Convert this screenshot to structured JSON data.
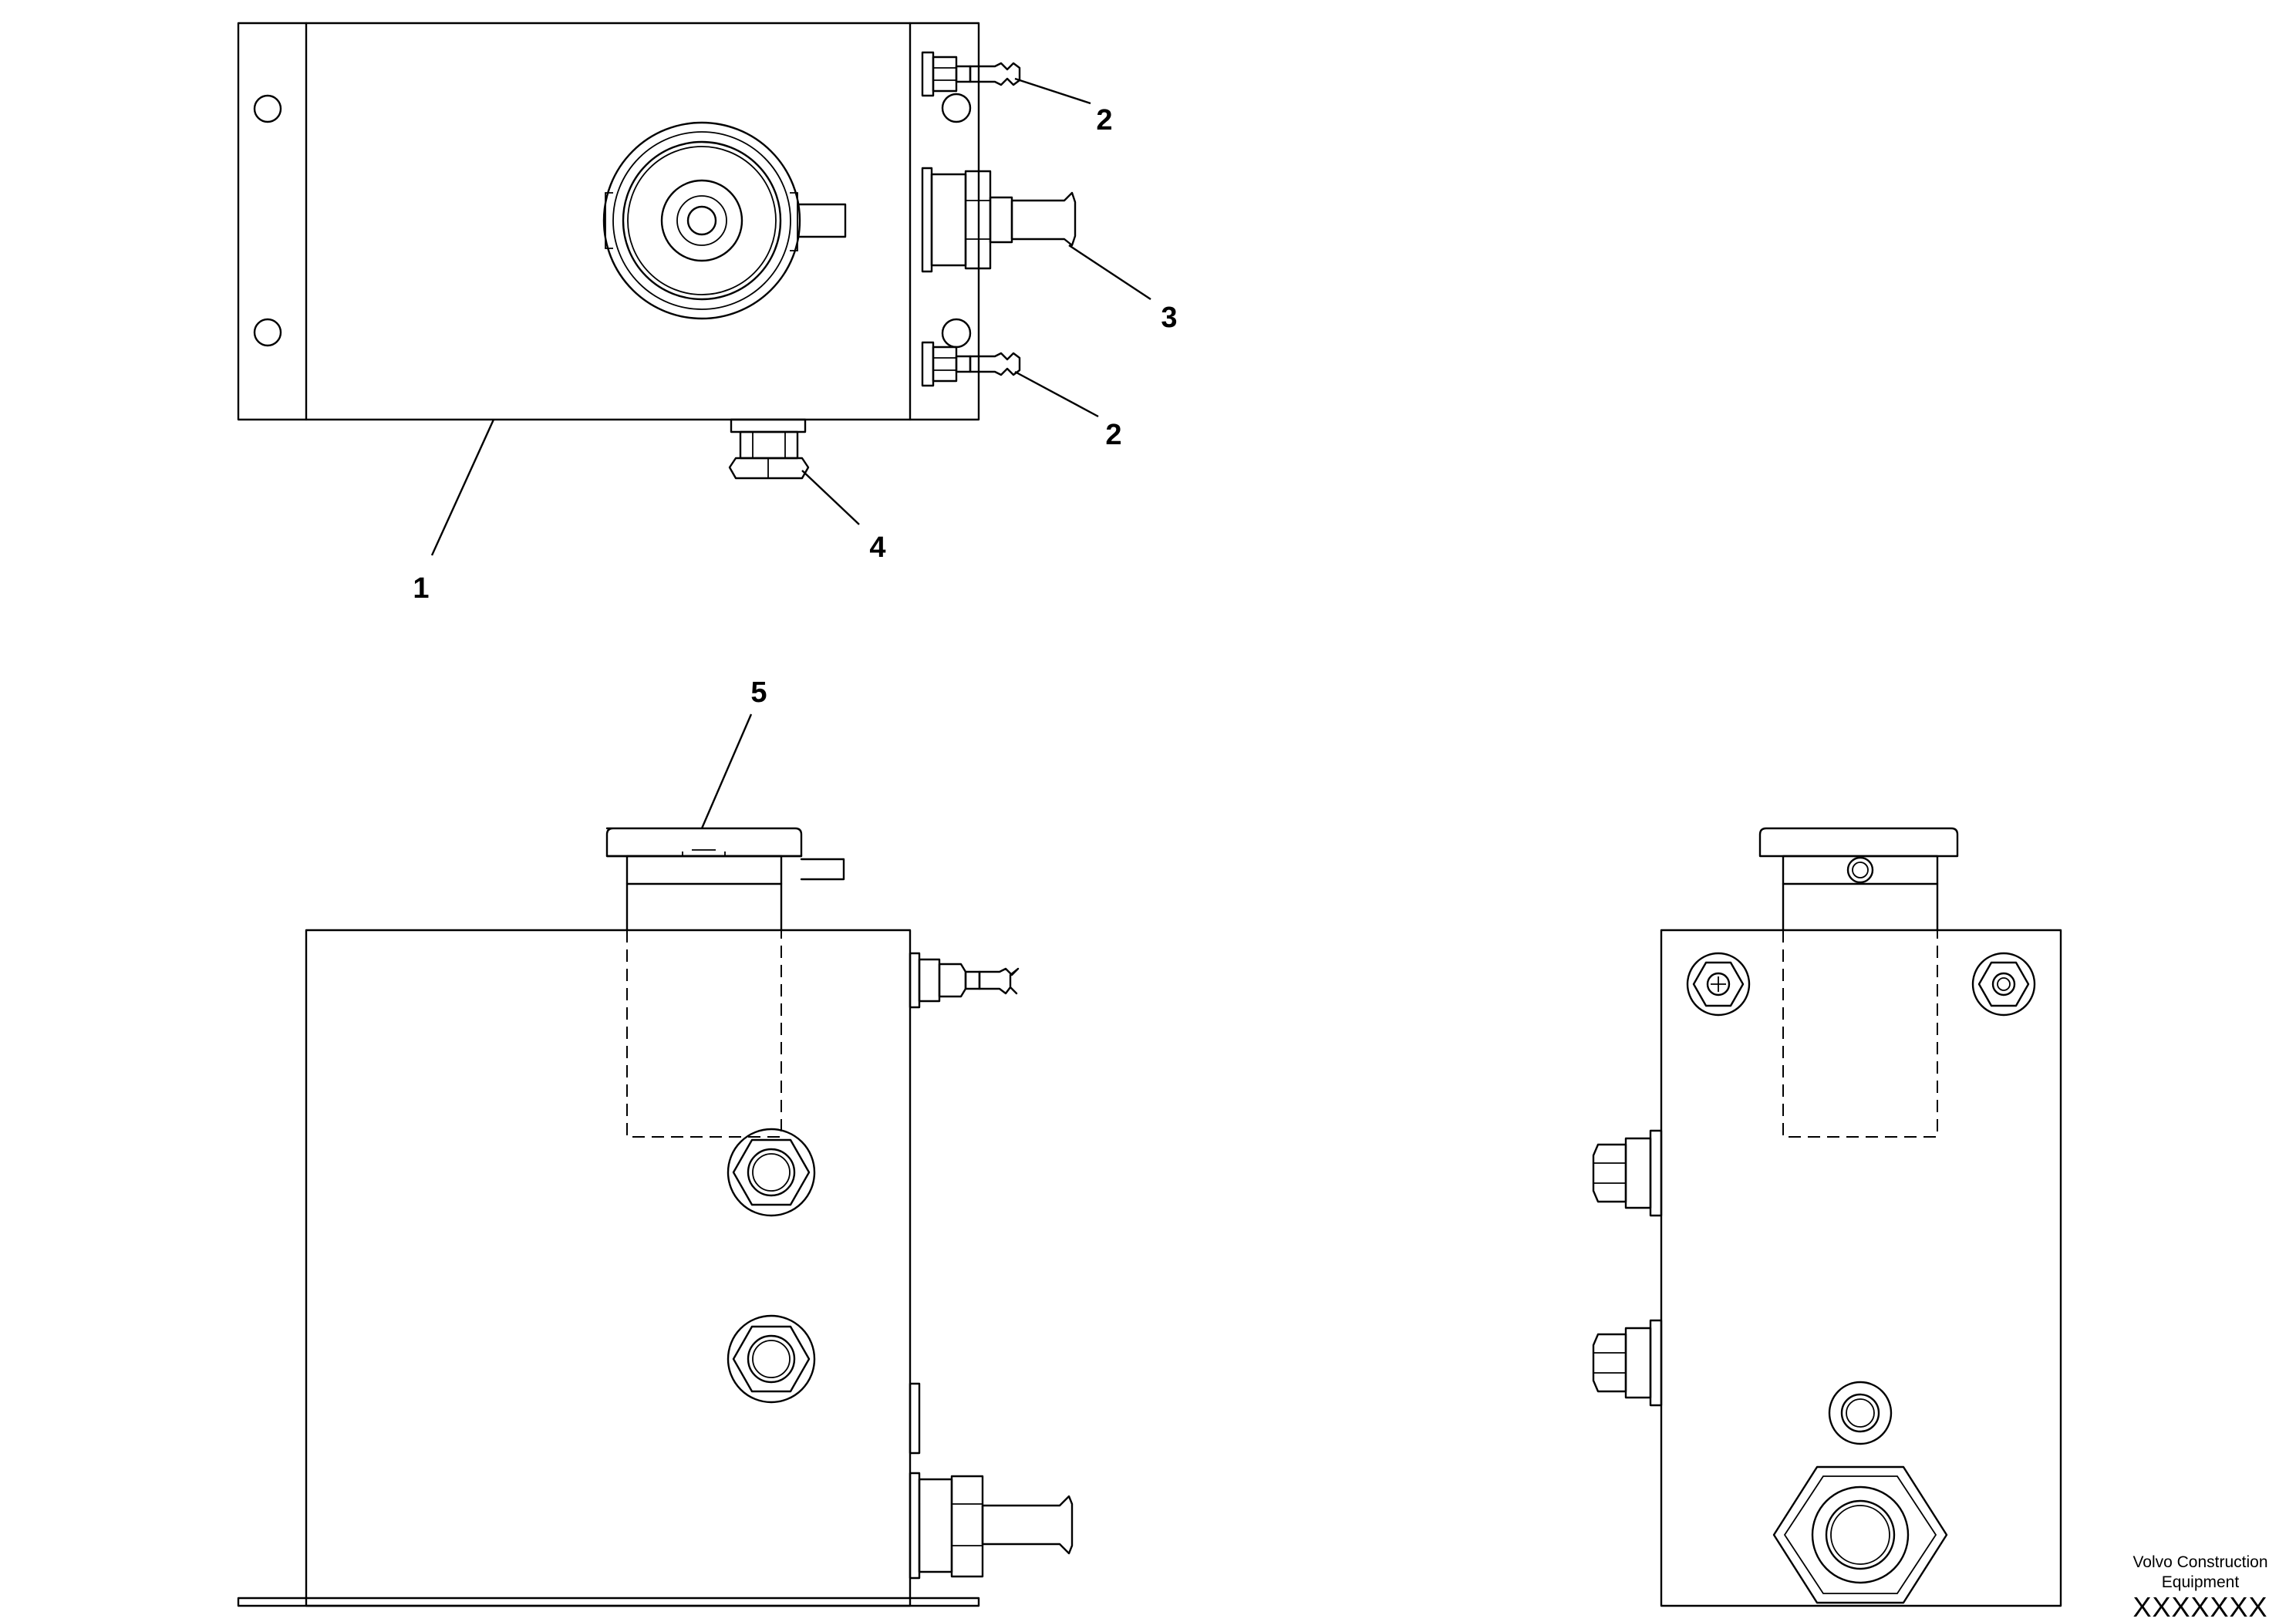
{
  "callouts": {
    "c1": "1",
    "c2a": "2",
    "c2b": "2",
    "c3": "3",
    "c4": "4",
    "c5": "5"
  },
  "footer": {
    "brand_line1": "Volvo Construction",
    "brand_line2": "Equipment",
    "code": "XXXXXXX"
  }
}
